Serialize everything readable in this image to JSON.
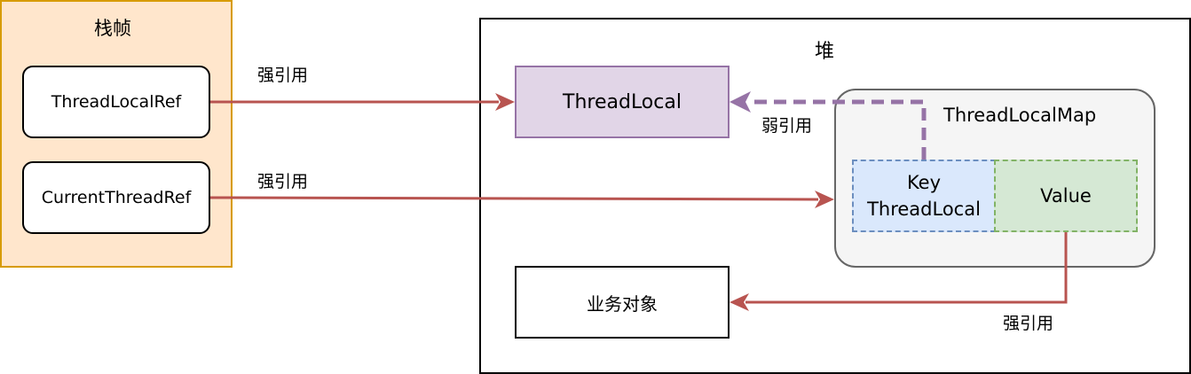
{
  "stack_frame": {
    "title": "栈帧",
    "thread_local_ref": "ThreadLocalRef",
    "current_thread_ref": "CurrentThreadRef"
  },
  "heap": {
    "title": "堆",
    "thread_local": "ThreadLocal",
    "thread_local_map": {
      "title": "ThreadLocalMap",
      "key_line1": "Key",
      "key_line2": "ThreadLocal",
      "value": "Value"
    },
    "business_object": "业务对象"
  },
  "edges": {
    "strong_ref_1": "强引用",
    "strong_ref_2": "强引用",
    "weak_ref": "弱引用",
    "strong_ref_3": "强引用"
  },
  "colors": {
    "stack_fill": "#ffe6cc",
    "stack_border": "#d79b00",
    "thread_local_fill": "#e1d5e7",
    "thread_local_border": "#9673a6",
    "map_fill": "#f5f5f5",
    "map_border": "#666666",
    "key_fill": "#dae8fc",
    "key_border": "#6c8ebf",
    "value_fill": "#d5e8d4",
    "value_border": "#82b366",
    "strong_arrow": "#b85450",
    "weak_arrow": "#9673a6"
  }
}
